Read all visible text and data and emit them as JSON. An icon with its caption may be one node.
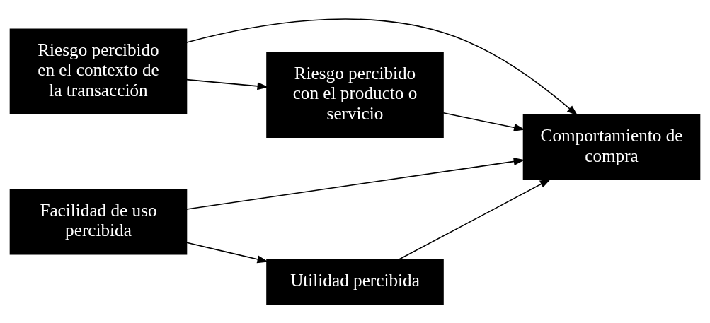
{
  "diagram": {
    "nodes": [
      {
        "text": [
          "Riesgo percibido en el contexto de la transacción"
        ]
      },
      {
        "text": [
          "Facilidad de uso percibida"
        ]
      },
      {
        "text": [
          "Comportamiento de compra"
        ]
      },
      {
        "text": [
          "Utilidad percibida"
        ]
      },
      {
        "text": [
          "Riesgo percibido con el producto o servicio"
        ]
      }
    ],
    "edges": [
      {
        "from": 0,
        "to": 2,
        "arrow": "to"
      },
      {
        "from": 0,
        "to": 4,
        "arrow": "to"
      },
      {
        "from": 1,
        "to": 3,
        "arrow": "to"
      },
      {
        "from": 1,
        "to": 2,
        "arrow": "to"
      },
      {
        "from": 3,
        "to": 2,
        "arrow": "to"
      },
      {
        "from": 4,
        "to": 2,
        "arrow": "to"
      }
    ]
  }
}
